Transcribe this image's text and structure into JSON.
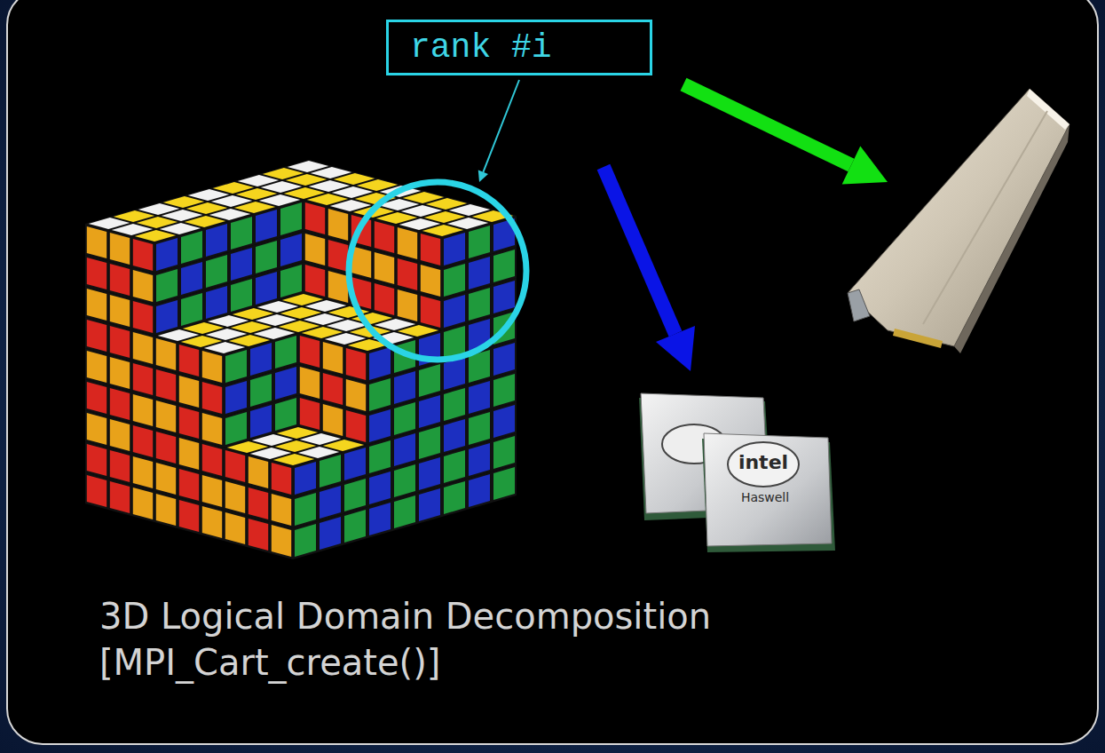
{
  "diagram": {
    "caption": "3D Logical Domain Decomposition [MPI_Cart_create()]",
    "nodes": [
      {
        "text": [
          "rank #i"
        ]
      }
    ],
    "labels": [
      "intel",
      "Haswell"
    ]
  }
}
